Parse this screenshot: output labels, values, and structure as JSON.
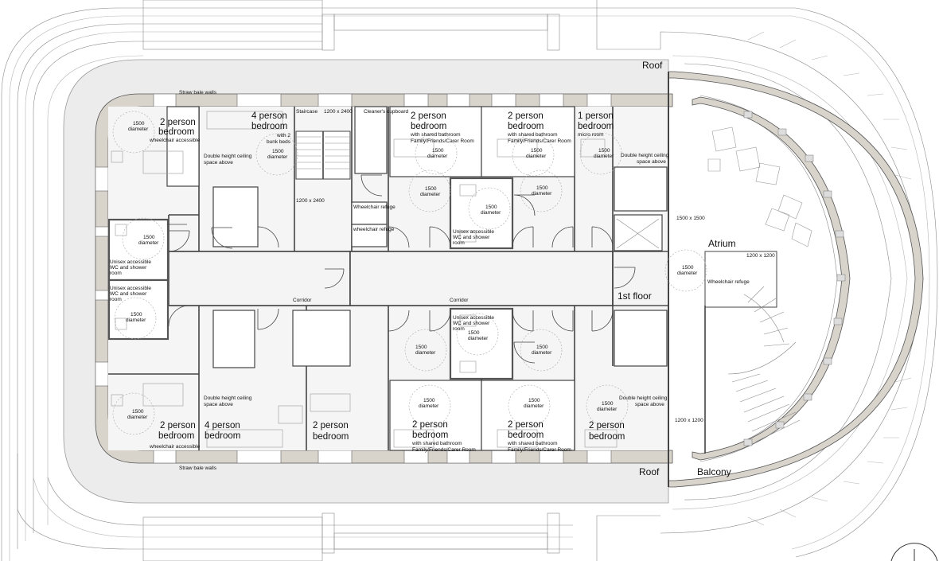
{
  "labels": {
    "roof_top": "Roof",
    "roof_bottom": "Roof",
    "straw_top": "Straw bale walls",
    "straw_bottom": "Straw bale walls",
    "atrium": "Atrium",
    "balcony": "Balcony",
    "first_floor": "1st floor",
    "corridor_left": "Corridor",
    "corridor_mid": "Corridor",
    "staircase": "Staircase",
    "cleaners": "Cleaner's cupboard",
    "wheelchair_refuge_1": "Wheelchair refuge",
    "wheelchair_refuge_2": "wheelchair refuge",
    "wheelchair_refuge_3": "Wheelchair refuge",
    "dim_1200x2400_top": "1200 x 2400",
    "dim_1200x2400_mid": "1200 x 2400",
    "dim_1500x1500": "1500 x 1500",
    "dim_1200x1200_top": "1200 x 1200",
    "dim_1200x1200_bottom": "1200 x 1200",
    "diam": "1500",
    "diam_word": "diameter",
    "double_height": "Double height ceiling",
    "space_above": "space above",
    "wc_line1": "Unisex accessible",
    "wc_line2": "WC and shower",
    "wc_line3": "room"
  },
  "rooms": {
    "tl_num": "2 person",
    "tl_type": "bedroom",
    "tl_note": "wheelchair accessible",
    "t2_num": "4 person",
    "t2_type": "bedroom",
    "t2_note1": "with 2",
    "t2_note2": "bunk beds",
    "t3_num": "2 person",
    "t3_type": "bedroom",
    "t3_note1": "with shared bathroom",
    "t3_note2": "Family/Friends/Carer Room",
    "t4_num": "2 person",
    "t4_type": "bedroom",
    "t4_note1": "with shared bathroom",
    "t4_note2": "Family/Friends/Carer Room",
    "t5_num": "1 person",
    "t5_type": "bedroom",
    "t5_note": "micro room",
    "bl_num": "2 person",
    "bl_type": "bedroom",
    "bl_note": "wheelchair accessible",
    "b2_num": "4 person",
    "b2_type": "bedroom",
    "b3_num": "2 person",
    "b3_type": "bedroom",
    "b4_num": "2 person",
    "b4_type": "bedroom",
    "b4_note1": "with shared bathroom",
    "b4_note2": "Family/Friends/Carer Room",
    "b5_num": "2 person",
    "b5_type": "bedroom",
    "b5_note1": "with shared bathroom",
    "b5_note2": "Family/Friends/Carer Room",
    "b6_num": "2 person",
    "b6_type": "bedroom"
  }
}
